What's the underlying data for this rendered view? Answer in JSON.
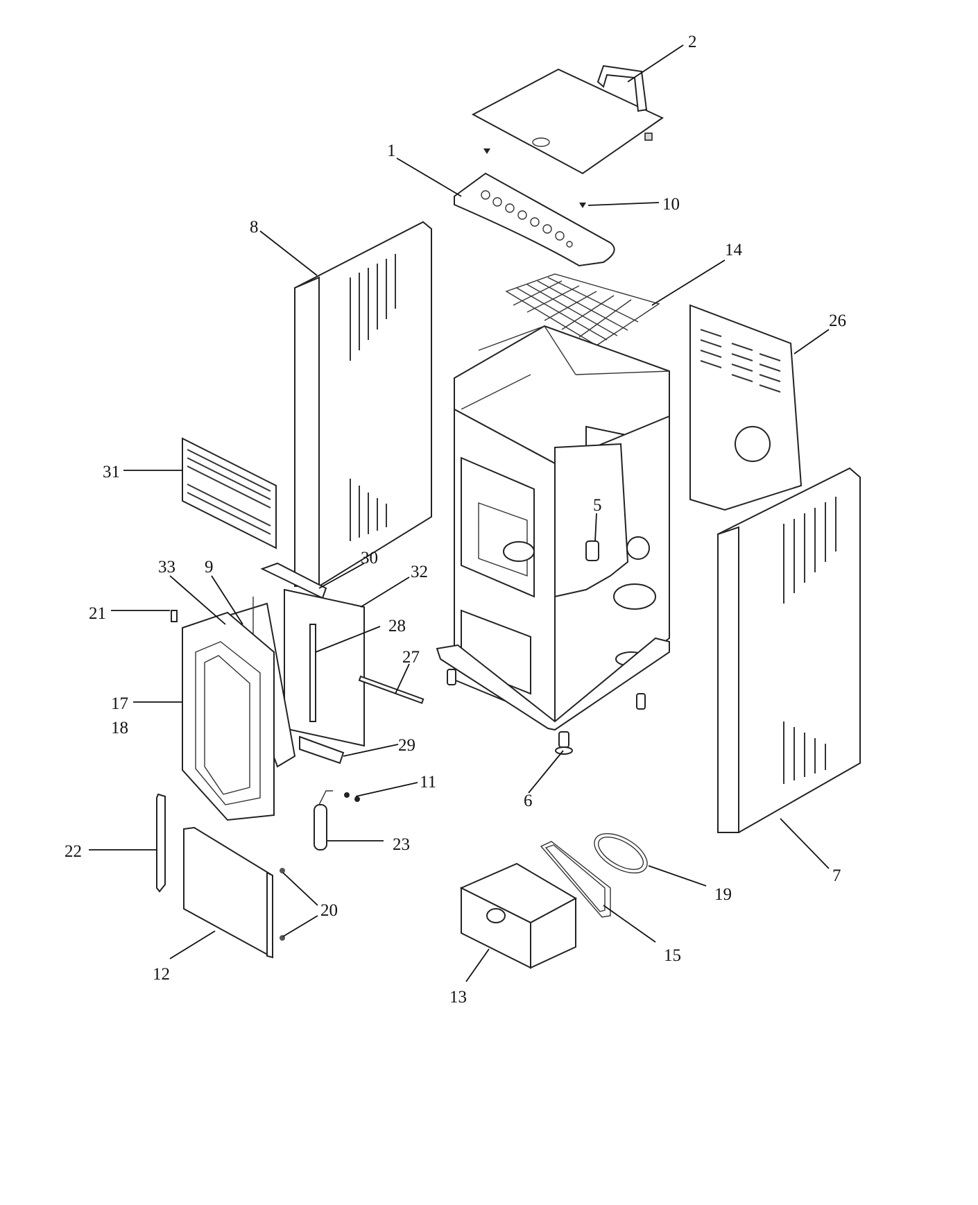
{
  "diagram": {
    "labels": {
      "p1": "1",
      "p2": "2",
      "p5": "5",
      "p6": "6",
      "p7": "7",
      "p8": "8",
      "p9": "9",
      "p10": "10",
      "p11": "11",
      "p12": "12",
      "p13": "13",
      "p14": "14",
      "p15": "15",
      "p17": "17",
      "p18": "18",
      "p19": "19",
      "p20": "20",
      "p21": "21",
      "p22": "22",
      "p23": "23",
      "p26": "26",
      "p27": "27",
      "p28": "28",
      "p29": "29",
      "p30": "30",
      "p31": "31",
      "p32": "32",
      "p33": "33"
    }
  }
}
